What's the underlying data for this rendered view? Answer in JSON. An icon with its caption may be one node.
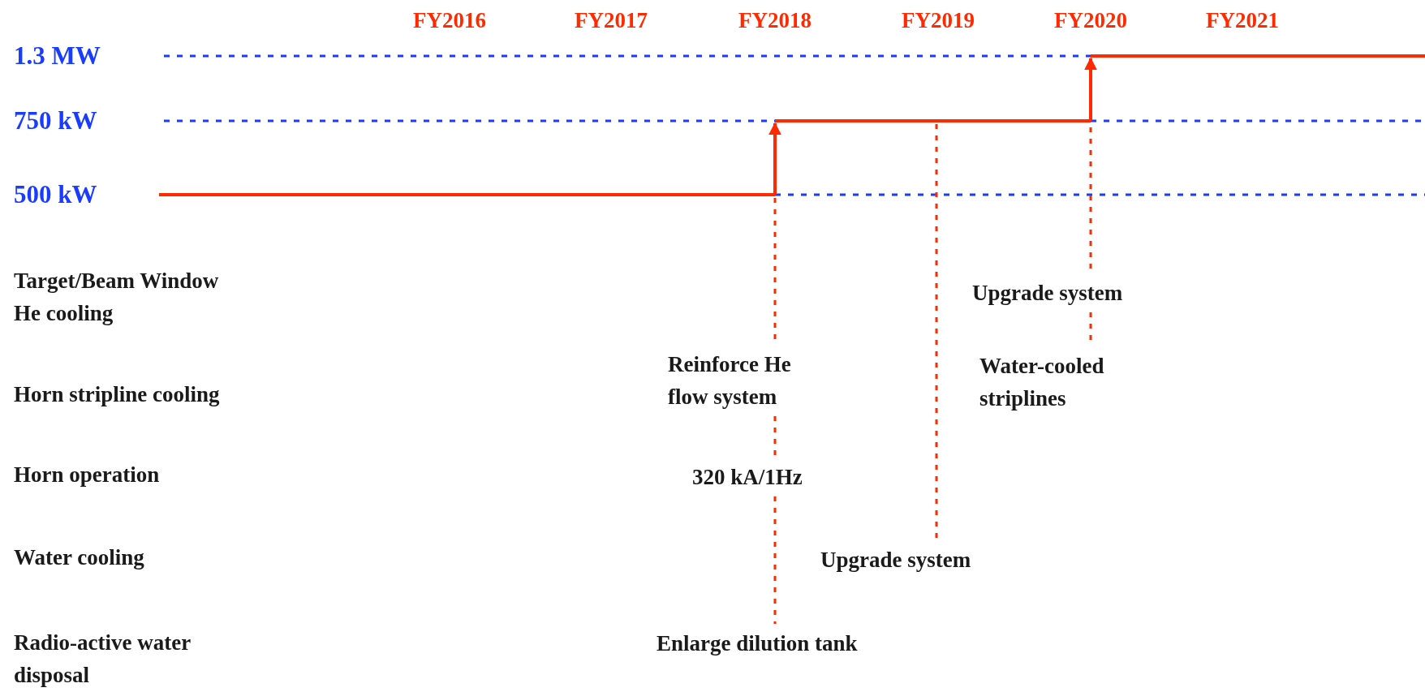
{
  "diagram": {
    "nodes": [
      {
        "text": [
          "Upgrade system"
        ]
      },
      {
        "text": [
          "Reinforce He flow system"
        ]
      },
      {
        "text": [
          "Water-cooled striplines"
        ]
      },
      {
        "text": [
          "320 kA/1Hz"
        ]
      },
      {
        "text": [
          "Upgrade system"
        ]
      },
      {
        "text": [
          "Enlarge dilution tank"
        ]
      }
    ],
    "edges": [
      {
        "from": null,
        "to": 1,
        "arrow": "none",
        "style": "dashed"
      },
      {
        "from": 1,
        "to": 3,
        "arrow": "none",
        "style": "dashed"
      },
      {
        "from": 3,
        "to": 5,
        "arrow": "none",
        "style": "dashed"
      },
      {
        "from": null,
        "to": 4,
        "arrow": "none",
        "style": "dashed"
      },
      {
        "from": null,
        "to": 0,
        "arrow": "none",
        "style": "dashed"
      },
      {
        "from": 0,
        "to": 2,
        "arrow": "none",
        "style": "dashed"
      }
    ],
    "labels": [
      "FY2016",
      "FY2017",
      "FY2018",
      "FY2019",
      "FY2020",
      "FY2021",
      "1.3 MW",
      "750 kW",
      "500 kW",
      "Target/Beam Window He cooling",
      "Horn stripline cooling",
      "Horn operation",
      "Water cooling",
      "Radio-active water disposal"
    ]
  }
}
